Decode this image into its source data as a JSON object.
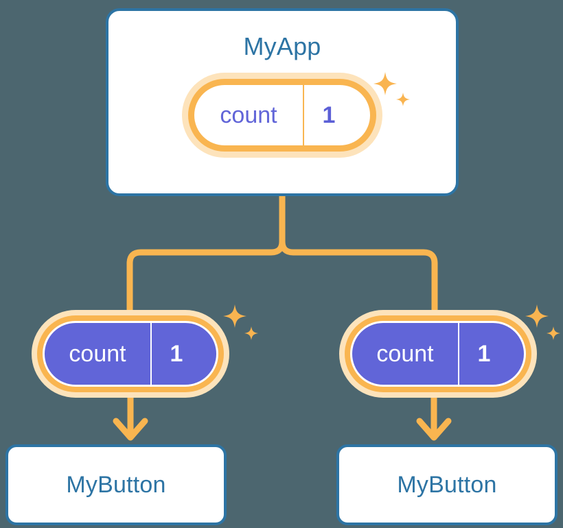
{
  "diagram": {
    "title": "MyApp",
    "colors": {
      "background": "#4c666f",
      "card_border": "#2d74a4",
      "card_text": "#2d74a4",
      "card_fill": "#ffffff",
      "ring_outer": "#fde3bb",
      "ring_inner": "#f9b550",
      "signal_fill": "#6165d8",
      "signal_text_on_white": "#6165d8",
      "signal_text_on_purple": "#ffffff",
      "connector": "#f9b550",
      "sparkle": "#f9b450"
    }
  },
  "root_card": {
    "label": "MyApp",
    "signal": {
      "key": "count",
      "value": "1"
    }
  },
  "children": [
    {
      "signal": {
        "key": "count",
        "value": "1"
      },
      "card": {
        "label": "MyButton"
      }
    },
    {
      "signal": {
        "key": "count",
        "value": "1"
      },
      "card": {
        "label": "MyButton"
      }
    }
  ],
  "icons": {
    "sparkle_large": "four-point-star",
    "sparkle_small": "four-point-star-small",
    "arrow": "arrow-down"
  }
}
